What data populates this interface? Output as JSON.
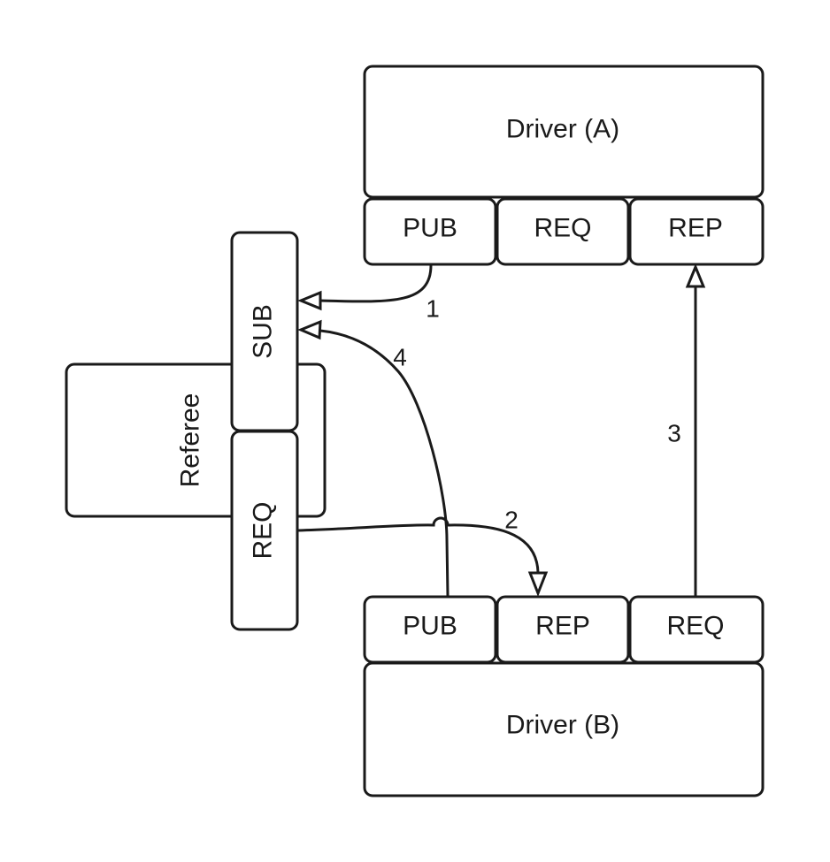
{
  "driver_a": {
    "title": "Driver (A)",
    "sockets": {
      "pub": "PUB",
      "req": "REQ",
      "rep": "REP"
    }
  },
  "driver_b": {
    "title": "Driver (B)",
    "sockets": {
      "pub": "PUB",
      "rep": "REP",
      "req": "REQ"
    }
  },
  "referee": {
    "title": "Referee",
    "sockets": {
      "sub": "SUB",
      "req": "REQ"
    }
  },
  "edges": {
    "e1": "1",
    "e2": "2",
    "e3": "3",
    "e4": "4"
  },
  "colors": {
    "stroke": "#1a1a1a",
    "background": "#ffffff"
  }
}
